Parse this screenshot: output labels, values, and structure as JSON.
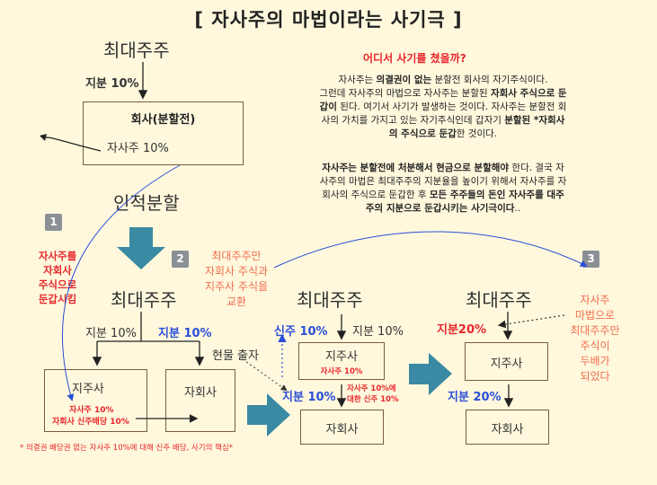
{
  "title": "[ 자사주의 마법이라는 사기극 ]",
  "left": {
    "top_owner": "최대주주",
    "top_stake": "지분 10%",
    "company_box_title": "회사(분할전)",
    "company_box_sub": "자사주 10%",
    "split_label": "인적분할",
    "step1_badge": "1",
    "step1_lines": [
      "자사주를",
      "자회사",
      "주식으로",
      "둔갑시킴"
    ]
  },
  "explain": {
    "heading": "어디서 사기를 쳤을까?",
    "p1": [
      [
        "자사주는 ",
        "의결권이 없는",
        " 분할전 회사의 자기주식이다."
      ],
      [
        "그런데 자사주의 마법으로 자사주는 분할된 ",
        "자회사 주식으로 둔",
        ""
      ],
      [
        "",
        "갑이",
        " 된다. 여기서 사기가 발생하는 것이다. 자사주는 분할전 회"
      ],
      [
        "사의 가치를 가지고 있는 자기주식인데 갑자기 ",
        "분할된 *자회사",
        ""
      ],
      [
        "",
        "의 주식으로 둔갑",
        "한 것이다."
      ]
    ],
    "p2": [
      [
        "",
        "자사주는 분할전에 처분해서 현금으로 분할해야",
        " 한다. 결국 자"
      ],
      [
        "사주의 마법은 최대주주의 지분율을 높이기 위해서 자사주를 자",
        "",
        ""
      ],
      [
        "회사의 주식으로 둔갑한 후 ",
        "모든 주주들의 돈인 자사주를 대주",
        ""
      ],
      [
        "",
        "주의 지분으로 둔갑시키는 사기극이다",
        ".."
      ]
    ]
  },
  "step2": {
    "badge": "2",
    "note_lines": [
      "최대주주만",
      "자회사 주식과",
      "지주사 주식을",
      "교환"
    ],
    "owner": "최대주주",
    "stake_left": "지분 10%",
    "stake_right": "지분 10%",
    "holding_box_title": "지주사",
    "holding_box_line1": "자사주 10%",
    "holding_box_line2": "자회사 신주배당 10%",
    "sub_box_title": "자회사",
    "footnote": "* 의결권 배당권 없는 자사주 10%에 대해  신주 배당, 사기의 핵심*"
  },
  "middle": {
    "owner": "최대주주",
    "new_shares": "신주 10%",
    "stake": "지분 10%",
    "in_kind": "현물 출자",
    "holding_box_title": "지주사",
    "holding_box_sub": "자사주 10%",
    "stake_lower": "지분 10%",
    "new_note_line1": "자사주 10%에",
    "new_note_line2": "대한 신주 10%",
    "sub_box_title": "자회사"
  },
  "step3": {
    "badge": "3",
    "owner": "최대주주",
    "stake_top": "지분20%",
    "holding_box_title": "지주사",
    "stake_lower": "지분 20%",
    "sub_box_title": "자회사",
    "note_lines": [
      "자사주",
      "마법으로",
      "최대주주만",
      "주식이",
      "두배가",
      "되었다"
    ]
  },
  "colors": {
    "background": "#fff8dd",
    "red": "#e8262b",
    "blue": "#2a4fd8",
    "salmon": "#f26d4f",
    "teal_arrow": "#3a8aa3",
    "box_border": "#7a5b3a"
  }
}
